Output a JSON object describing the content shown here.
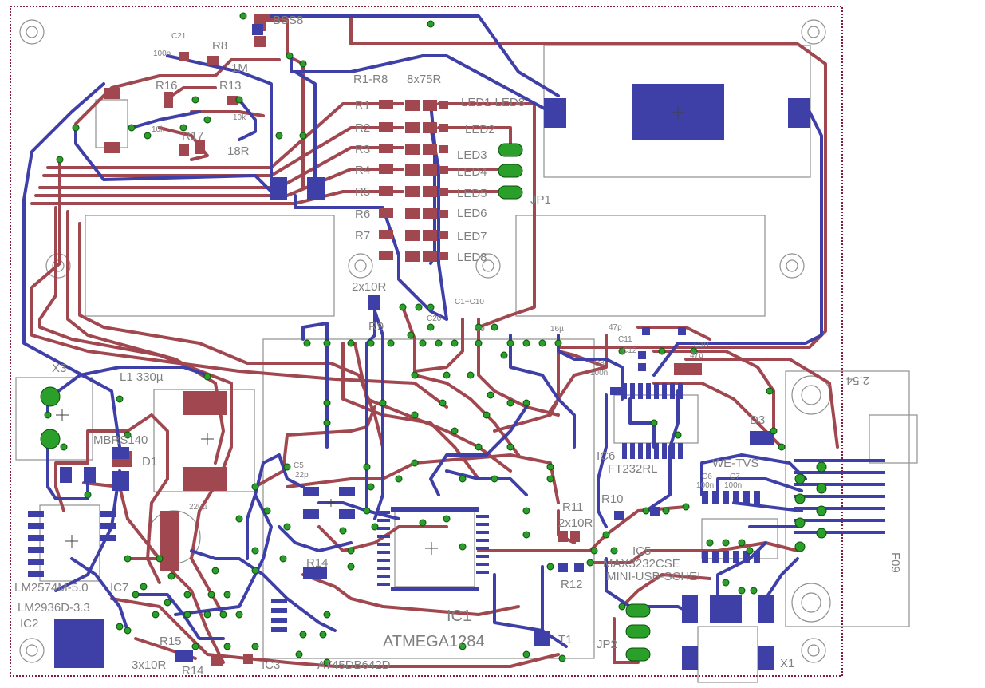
{
  "colors": {
    "top_copper": "#a0474f",
    "bottom_copper": "#3f3fa8",
    "silkscreen": "#808080",
    "via": "#2aa02a",
    "board_outline": "#80203a",
    "background": "#ffffff"
  },
  "labels": {
    "c21": "C21",
    "c21_val": "100n",
    "r8": "R8",
    "r8_val": "1M",
    "r16": "R16",
    "r13": "R13",
    "r13_val": "10k",
    "r16_val": "10k",
    "r17": "R17",
    "r17_val": "18R",
    "bss": "BSS8",
    "r1r8": "R1-R8",
    "r1r8_val": "8x75R",
    "r1": "R1",
    "r2": "R2",
    "r3": "R3",
    "r4": "R4",
    "r5": "R5",
    "r6": "R6",
    "r7": "R7",
    "led1led8": "LED1-LED8",
    "led2": "LED2",
    "led3": "LED3",
    "led4": "LED4",
    "led5": "LED5",
    "led6": "LED6",
    "led7": "LED7",
    "led8": "LED8",
    "jp1": "JP1",
    "r9_val": "2x10R",
    "r9": "R9",
    "c20": "C20",
    "c1c10": "C1+C10",
    "c11": "C11",
    "c12": "C12",
    "c8": "C8",
    "c8_val": "100n",
    "c47p": "47p",
    "c16u": "16µ",
    "ic6": "IC6",
    "ft232": "FT232RL",
    "d3": "D3",
    "wetvs": "WE-TVS",
    "c6": "C6",
    "c7": "C7",
    "c6_val": "100n",
    "c7_val": "100n",
    "x3": "X3",
    "l1": "L1 330µ",
    "mbrs": "MBRS140",
    "d1": "D1",
    "c5": "C5",
    "c5_val": "22p",
    "c220": "220µ",
    "r11": "R11",
    "r11_val": "2x10R",
    "r10": "R10",
    "ic5": "IC5",
    "max": "MAX3232CSE",
    "miniusb": "MINI-USB-SCHEI",
    "r12": "R12",
    "r14": "R14",
    "lm2574": "LM2574M-5.0",
    "ic7": "IC7",
    "lm2936": "LM2936D-3.3",
    "ic2": "IC2",
    "r15": "R15",
    "r15_val": "3x10R",
    "r14b": "R14",
    "ic3": "IC3",
    "at45": "AT45DB642D",
    "ic1": "IC1",
    "atmega": "ATMEGA1284",
    "t1": "T1",
    "jp2": "JP2",
    "x1": "X1",
    "conn_val": "2.54",
    "conn_name": "F09",
    "c9": "C9",
    "c10": "C10"
  }
}
